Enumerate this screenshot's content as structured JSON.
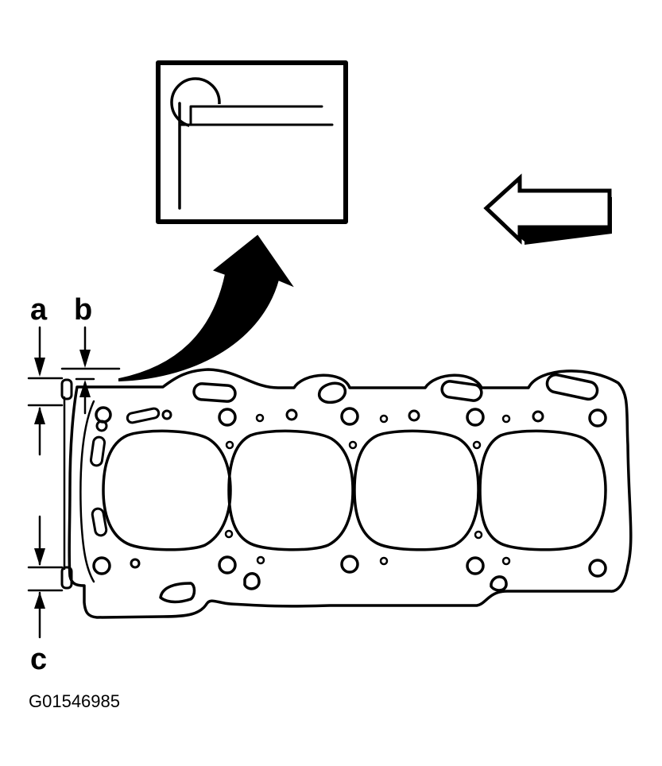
{
  "figure": {
    "callout_labels": {
      "a": "a",
      "b": "b",
      "c": "c"
    },
    "figure_code": "G01546985",
    "colors": {
      "ink": "#000000",
      "background": "#ffffff"
    },
    "icons": {
      "detail_view": "gasket-edge-detail-icon",
      "pointer": "curved-arrow-icon",
      "direction": "left-arrow-icon"
    }
  }
}
